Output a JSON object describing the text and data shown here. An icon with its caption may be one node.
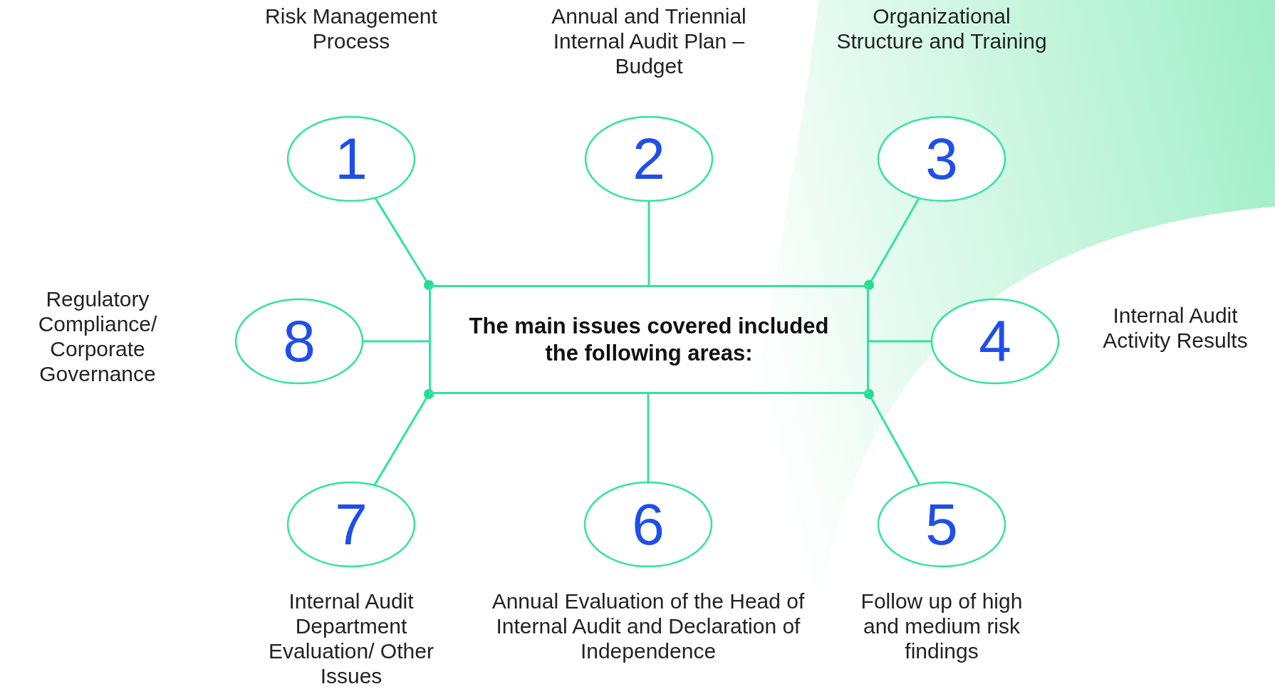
{
  "diagram": {
    "nodes": [
      {
        "text": [
          "The main issues covered included the following areas:"
        ]
      },
      {
        "text": [
          "1"
        ],
        "beside": [
          "Risk Management Process"
        ]
      },
      {
        "text": [
          "2"
        ],
        "beside": [
          "Annual and Triennial Internal Audit Plan –Budget"
        ]
      },
      {
        "text": [
          "3"
        ],
        "beside": [
          "Organizational Structure and Training"
        ]
      },
      {
        "text": [
          "4"
        ],
        "beside": [
          "Internal Audit Activity Results"
        ]
      },
      {
        "text": [
          "5"
        ],
        "beside": [
          "Follow up of high and medium risk findings"
        ]
      },
      {
        "text": [
          "6"
        ],
        "beside": [
          "Annual Evaluation of the Head of Internal Audit and Declaration of Independence"
        ]
      },
      {
        "text": [
          "7"
        ],
        "beside": [
          "Internal Audit Department Evaluation/ Other Issues"
        ]
      },
      {
        "text": [
          "8"
        ],
        "beside": [
          "Regulatory Compliance/ Corporate Governance"
        ]
      }
    ],
    "edges": [
      {
        "from": 1,
        "to": 0,
        "arrow": "none"
      },
      {
        "from": 2,
        "to": 0,
        "arrow": "none"
      },
      {
        "from": 3,
        "to": 0,
        "arrow": "none"
      },
      {
        "from": 4,
        "to": 0,
        "arrow": "none"
      },
      {
        "from": 5,
        "to": 0,
        "arrow": "none"
      },
      {
        "from": 6,
        "to": 0,
        "arrow": "none"
      },
      {
        "from": 7,
        "to": 0,
        "arrow": "none"
      },
      {
        "from": 8,
        "to": 0,
        "arrow": "none"
      }
    ]
  }
}
